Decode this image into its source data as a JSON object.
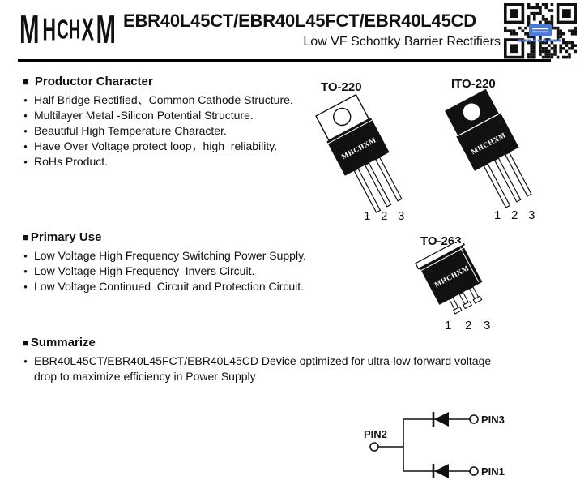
{
  "header": {
    "logo_text": "MHCHXM",
    "title": "EBR40L45CT/EBR40L45FCT/EBR40L45CD",
    "subtitle": "Low VF Schottky Barrier Rectifiers"
  },
  "icons": {
    "section_marker": "■",
    "bullet": "●",
    "qr": "qr-code"
  },
  "sections": [
    {
      "heading": "Productor Character",
      "bullets": [
        "Half Bridge Rectified、Common Cathode Structure.",
        "Multilayer Metal -Silicon Potential Structure.",
        "Beautiful High Temperature Character.",
        "Have Over Voltage protect loop，high  reliability.",
        "RoHs Product."
      ]
    },
    {
      "heading": "Primary Use",
      "bullets": [
        "Low Voltage High Frequency Switching Power Supply.",
        "Low Voltage High Frequency  Invers Circuit.",
        "Low Voltage Continued  Circuit and Protection Circuit."
      ]
    },
    {
      "heading": "Summarize",
      "bullets": [
        "EBR40L45CT/EBR40L45FCT/EBR40L45CD Device optimized for ultra-low forward voltage drop to maximize efficiency in Power Supply"
      ]
    }
  ],
  "packages": [
    {
      "label": "TO-220",
      "brand": "MHCHXM",
      "pins": [
        "1",
        "2",
        "3"
      ]
    },
    {
      "label": "ITO-220",
      "brand": "MHCHXM",
      "pins": [
        "1",
        "2",
        "3"
      ]
    },
    {
      "label": "TO-263",
      "brand": "MHCHXM",
      "pins": [
        "1",
        "2",
        "3"
      ]
    }
  ],
  "circuit": {
    "pin2_label": "PIN2",
    "pin3_label": "PIN3",
    "pin1_label": "PIN1"
  },
  "colors": {
    "ink": "#111111",
    "qr_badge_blue": "#4d79d9"
  }
}
